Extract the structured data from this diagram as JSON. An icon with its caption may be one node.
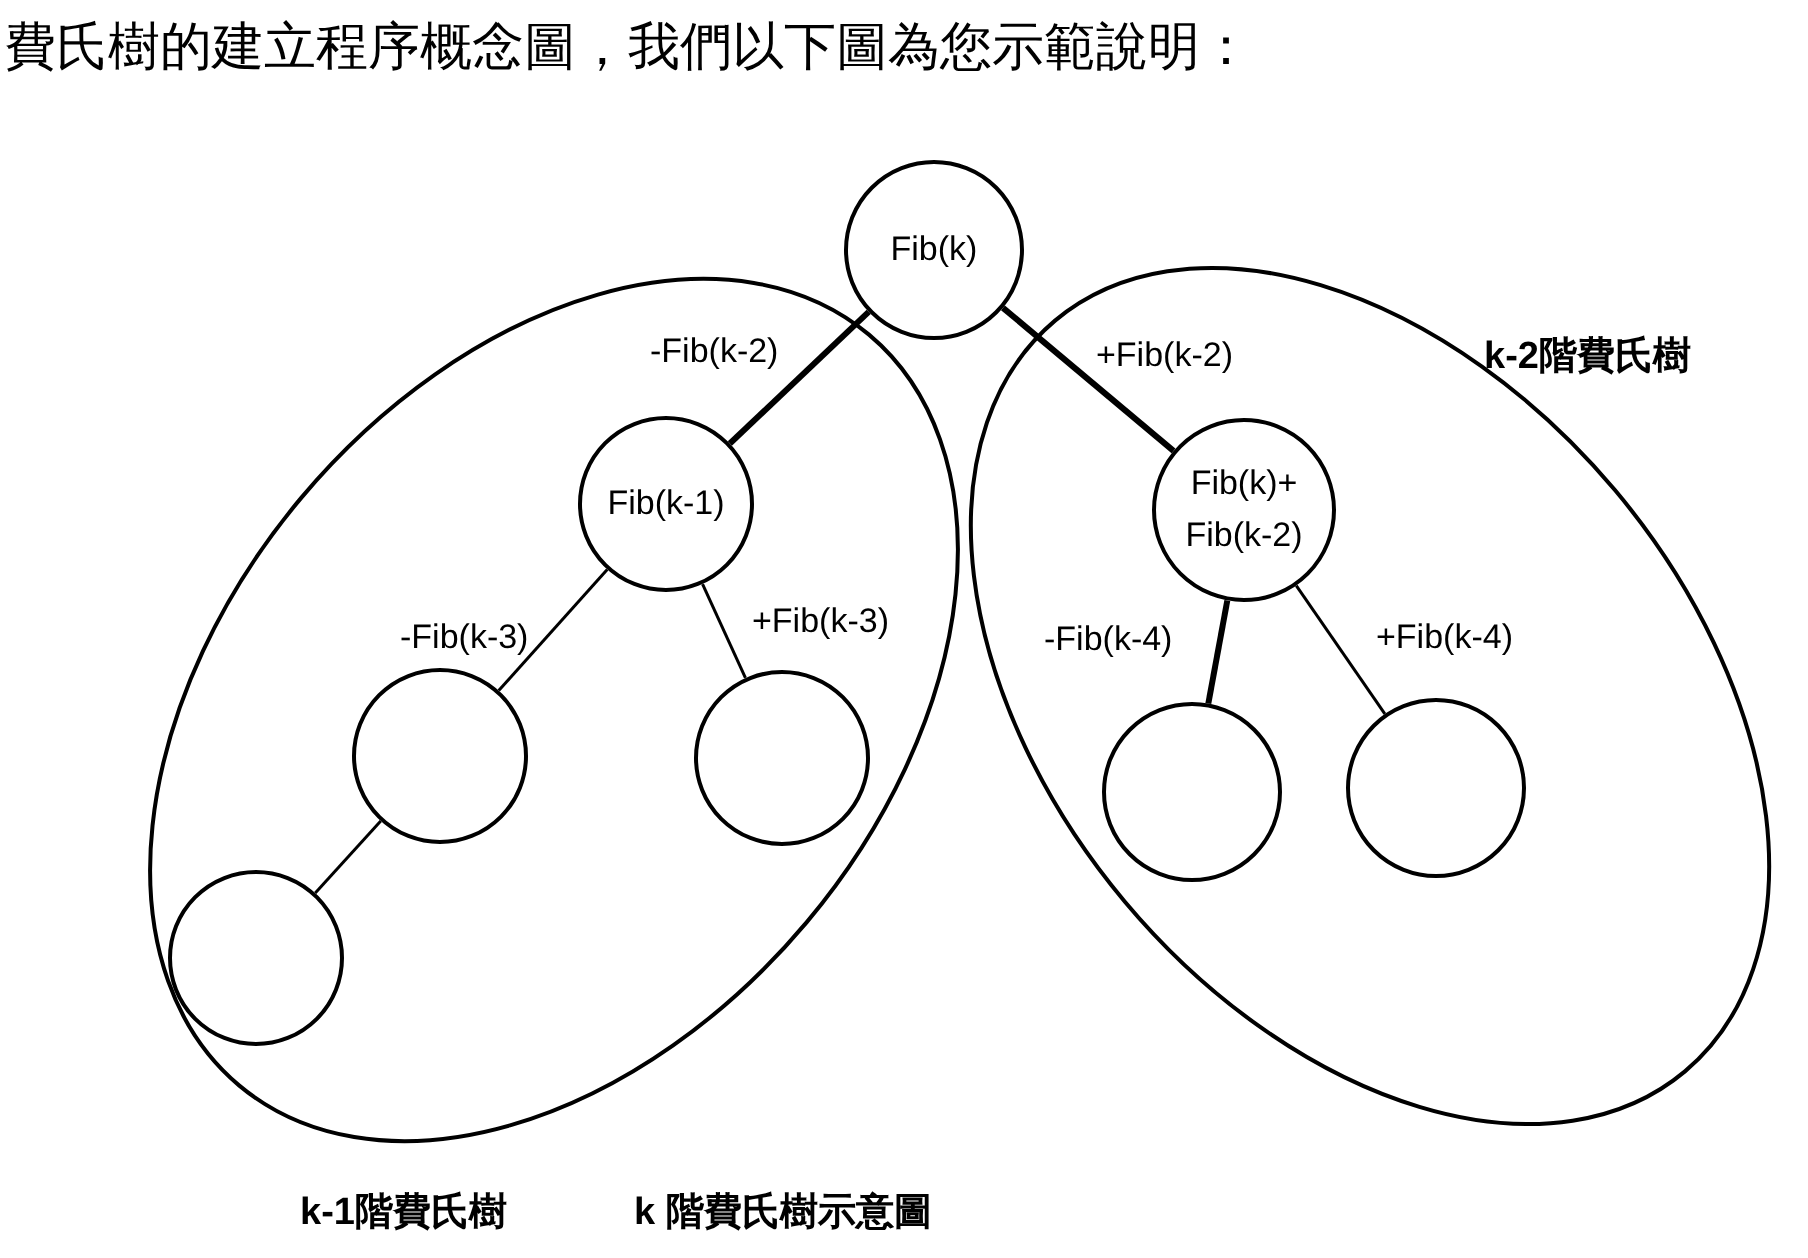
{
  "diagram": {
    "title": "費氏樹的建立程序概念圖，我們以下圖為您示範說明：",
    "caption": "k 階費氏樹示意圖",
    "nodes": [
      {
        "text": [
          "Fib(k)"
        ]
      },
      {
        "text": [
          "k-1階費氏樹"
        ]
      },
      {
        "text": [
          "Fib(k-1)"
        ],
        "in": 1
      },
      {
        "text": [],
        "shape": "circle",
        "in": 1
      },
      {
        "text": [],
        "shape": "circle",
        "in": 1
      },
      {
        "text": [],
        "shape": "circle",
        "in": 1
      },
      {
        "text": [
          "k-2階費氏樹"
        ]
      },
      {
        "text": [
          "Fib(k)+ Fib(k-2)"
        ],
        "in": 6
      },
      {
        "text": [],
        "shape": "circle",
        "in": 6
      },
      {
        "text": [],
        "shape": "circle",
        "in": 6
      }
    ],
    "edges": [
      {
        "from": 0,
        "to": 2,
        "arrow": "none",
        "label": "-Fib(k-2)",
        "style": "thick"
      },
      {
        "from": 0,
        "to": 7,
        "arrow": "none",
        "label": "+Fib(k-2)",
        "style": "thick"
      },
      {
        "from": 2,
        "to": 3,
        "arrow": "none",
        "label": "-Fib(k-3)"
      },
      {
        "from": 2,
        "to": 4,
        "arrow": "none",
        "label": "+Fib(k-3)"
      },
      {
        "from": 3,
        "to": 5,
        "arrow": "none"
      },
      {
        "from": 7,
        "to": 8,
        "arrow": "none",
        "label": "-Fib(k-4)",
        "style": "thick"
      },
      {
        "from": 7,
        "to": 9,
        "arrow": "none",
        "label": "+Fib(k-4)"
      }
    ]
  }
}
